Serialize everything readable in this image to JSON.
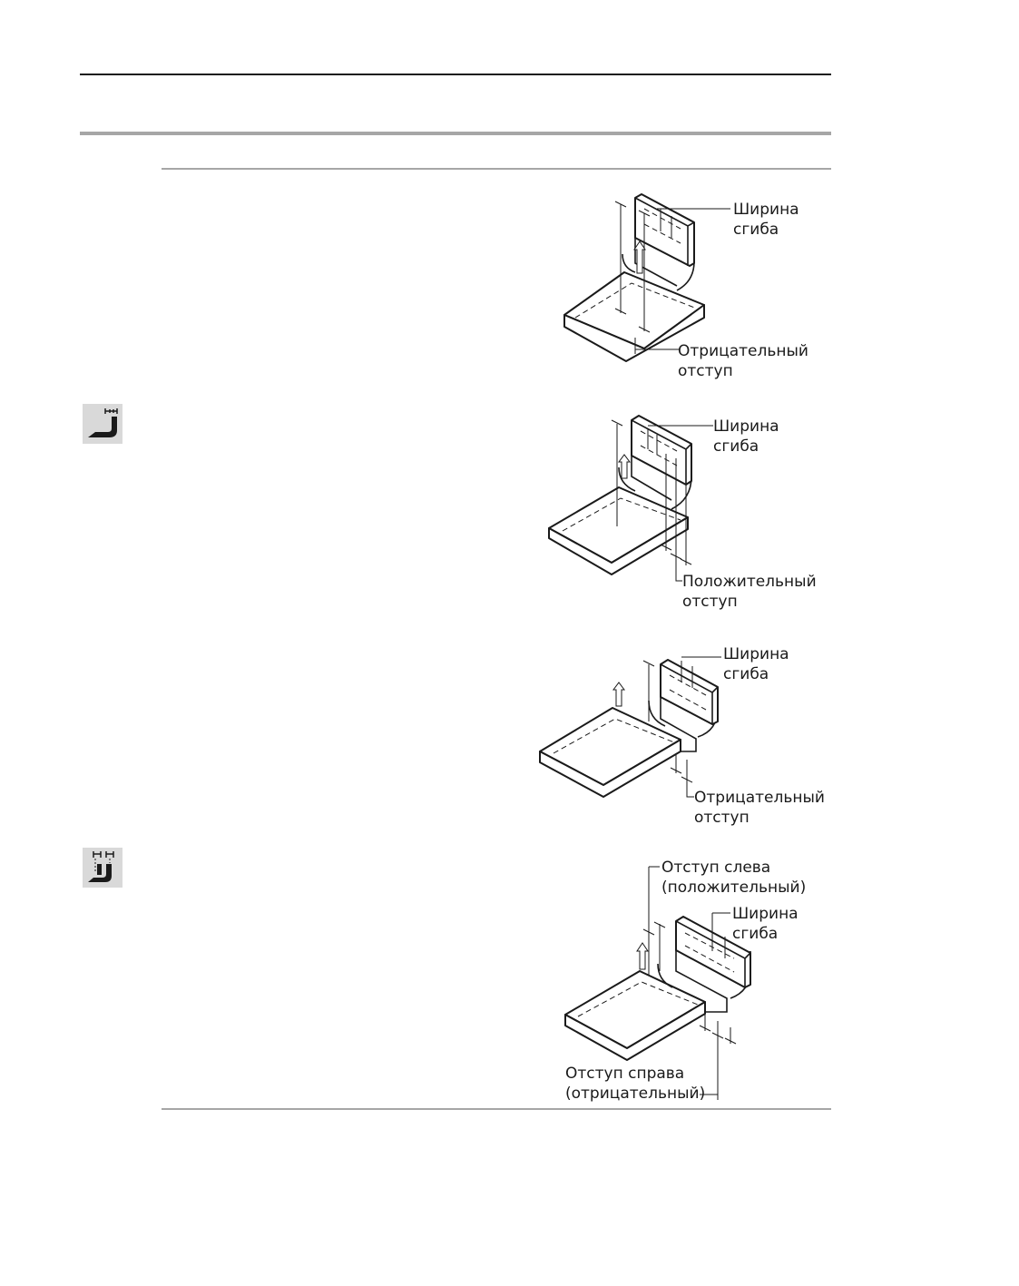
{
  "figures": [
    {
      "bend_width": [
        "Ширина",
        "сгиба"
      ],
      "offset": [
        "Отрицательный",
        "отступ"
      ]
    },
    {
      "bend_width": [
        "Ширина",
        "сгиба"
      ],
      "offset": [
        "Положительный",
        "отступ"
      ]
    },
    {
      "bend_width": [
        "Ширина",
        "сгиба"
      ],
      "offset": [
        "Отрицательный",
        "отступ"
      ]
    },
    {
      "left_offset": [
        "Отступ слева",
        "(положительный)"
      ],
      "bend_width": [
        "Ширина",
        "сгиба"
      ],
      "right_offset": [
        "Отступ справа",
        "(отрицательный)"
      ]
    }
  ],
  "icons": [
    "bend-offset-one-side-icon",
    "bend-offset-both-sides-icon"
  ]
}
